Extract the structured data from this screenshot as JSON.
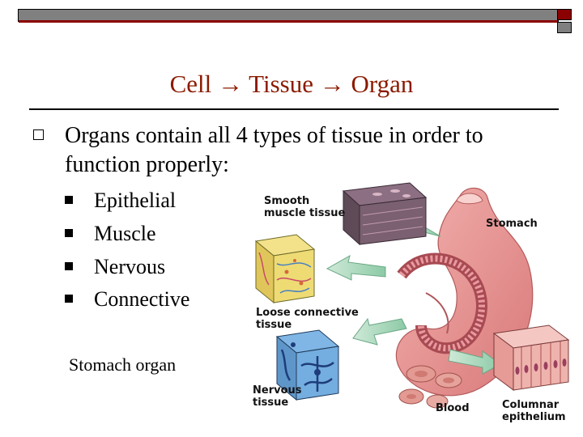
{
  "slide": {
    "title": "Cell → Tissue → Organ",
    "main_bullet": "Organs contain all 4 types of tissue in order to function properly:",
    "sub_bullets": [
      "Epithelial",
      "Muscle",
      "Nervous",
      "Connective"
    ],
    "caption": "Stomach organ"
  },
  "figure": {
    "labels": {
      "smooth_muscle_line1": "Smooth",
      "smooth_muscle_line2": "muscle tissue",
      "stomach": "Stomach",
      "loose_connective_line1": "Loose connective",
      "loose_connective_line2": "tissue",
      "nervous_line1": "Nervous",
      "nervous_line2": "tissue",
      "blood": "Blood",
      "columnar_line1": "Columnar",
      "columnar_line2": "epithelium"
    }
  },
  "colors": {
    "accent_dark_red": "#8b0000",
    "bar_gray": "#808080",
    "title_color": "#8b1a00"
  }
}
